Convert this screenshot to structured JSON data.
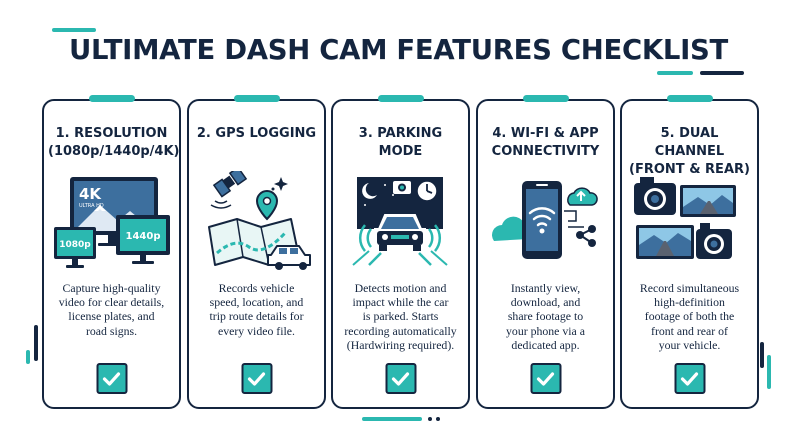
{
  "title": "ULTIMATE DASH CAM FEATURES CHECKLIST",
  "colors": {
    "navy": "#14253f",
    "teal": "#2bb8b0"
  },
  "cards": [
    {
      "title_lines": [
        "1. RESOLUTION",
        "(1080p/1440p/4K)"
      ],
      "illustration": {
        "name": "monitors-illustration",
        "labels": {
          "big": "4K",
          "sub": "ULTRA HD",
          "left": "1080p",
          "right": "1440p"
        }
      },
      "description_lines": [
        "Capture high-quality",
        "video for clear details,",
        "license plates, and",
        "road signs."
      ]
    },
    {
      "title_lines": [
        "2. GPS LOGGING"
      ],
      "illustration": {
        "name": "gps-map-illustration"
      },
      "description_lines": [
        "Records vehicle",
        "speed, location, and",
        "trip route details for",
        "every video file."
      ]
    },
    {
      "title_lines": [
        "3. PARKING",
        "MODE"
      ],
      "illustration": {
        "name": "parking-car-illustration"
      },
      "description_lines": [
        "Detects motion and",
        "impact while the car",
        "is parked. Starts",
        "recording automatically",
        "(Hardwiring required)."
      ]
    },
    {
      "title_lines": [
        "4. WI-FI & APP",
        "CONNECTIVITY"
      ],
      "illustration": {
        "name": "phone-wifi-illustration"
      },
      "description_lines": [
        "Instantly view,",
        "download, and",
        "share footage to",
        "your phone via a",
        "dedicated app."
      ]
    },
    {
      "title_lines": [
        "5. DUAL CHANNEL",
        "(FRONT & REAR)"
      ],
      "illustration": {
        "name": "dual-camera-illustration"
      },
      "description_lines": [
        "Record simultaneous",
        "high-definition",
        "footage of both the",
        "front and rear of",
        "your vehicle."
      ]
    }
  ]
}
